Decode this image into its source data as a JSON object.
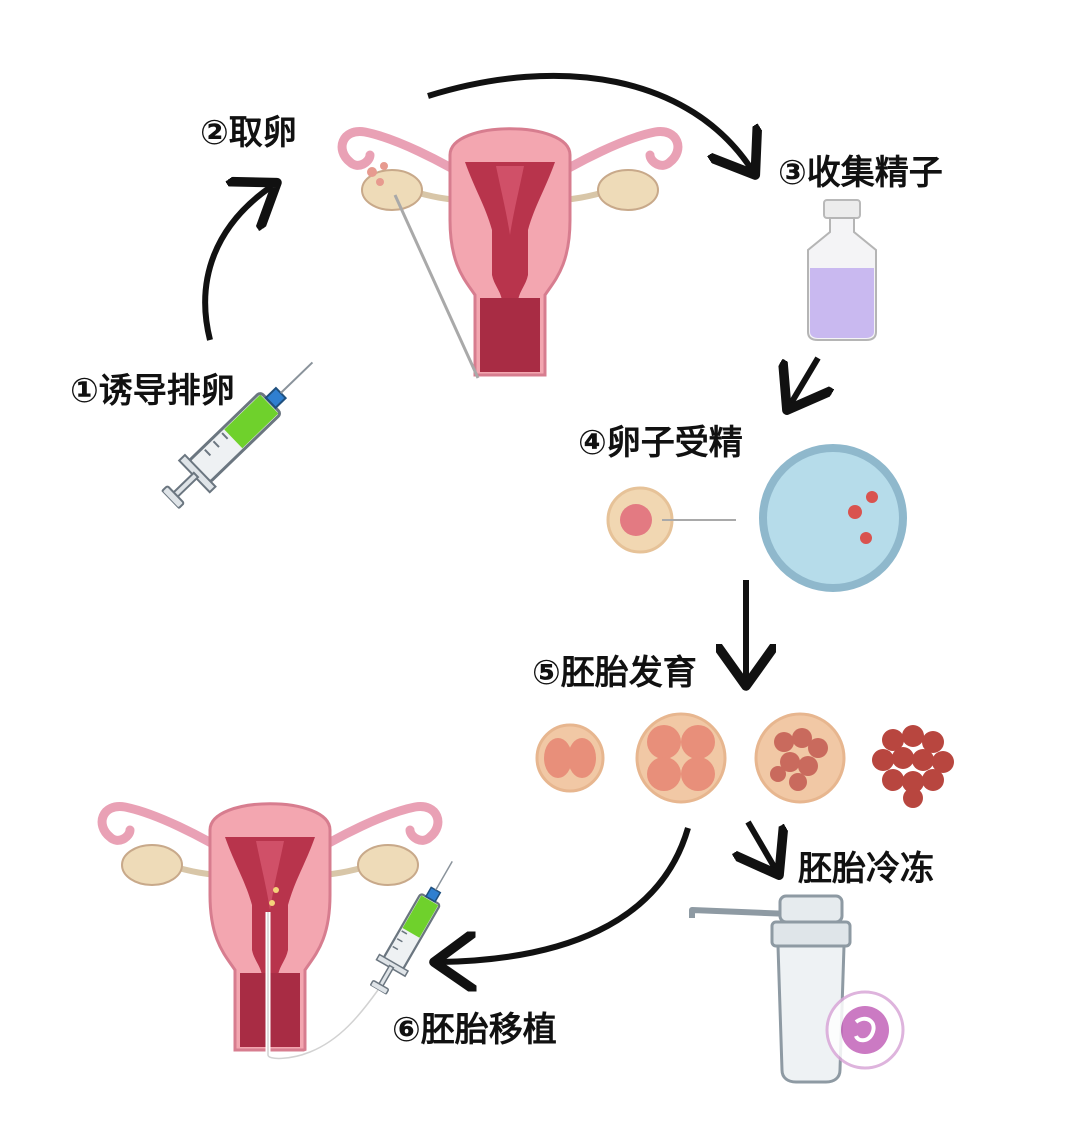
{
  "steps": [
    {
      "id": "induce-ovulation",
      "label": "①诱导排卵"
    },
    {
      "id": "egg-retrieval",
      "label": "②取卵"
    },
    {
      "id": "sperm-collection",
      "label": "③收集精子"
    },
    {
      "id": "fertilization",
      "label": "④卵子受精"
    },
    {
      "id": "embryo-development",
      "label": "⑤胚胎发育"
    },
    {
      "id": "embryo-transfer",
      "label": "⑥胚胎移植"
    }
  ],
  "branch": {
    "label": "胚胎冷冻"
  },
  "colors": {
    "arrow": "#111111",
    "uterus_outer": "#f3a6b0",
    "uterus_inner": "#b8344c",
    "ovary": "#eedbb8",
    "sperm_liquid": "#c9b9f0",
    "syringe_fluid": "#6fd12c",
    "dish": "#b6dcea",
    "cell": "#f1c8a5",
    "blastomere": "#b8463f"
  },
  "icons": [
    "syringe-icon",
    "uterus-icon",
    "vial-icon",
    "egg-cell-icon",
    "petri-dish-icon",
    "embryo-stage-icon",
    "cryo-container-icon",
    "watermark-stamp"
  ]
}
